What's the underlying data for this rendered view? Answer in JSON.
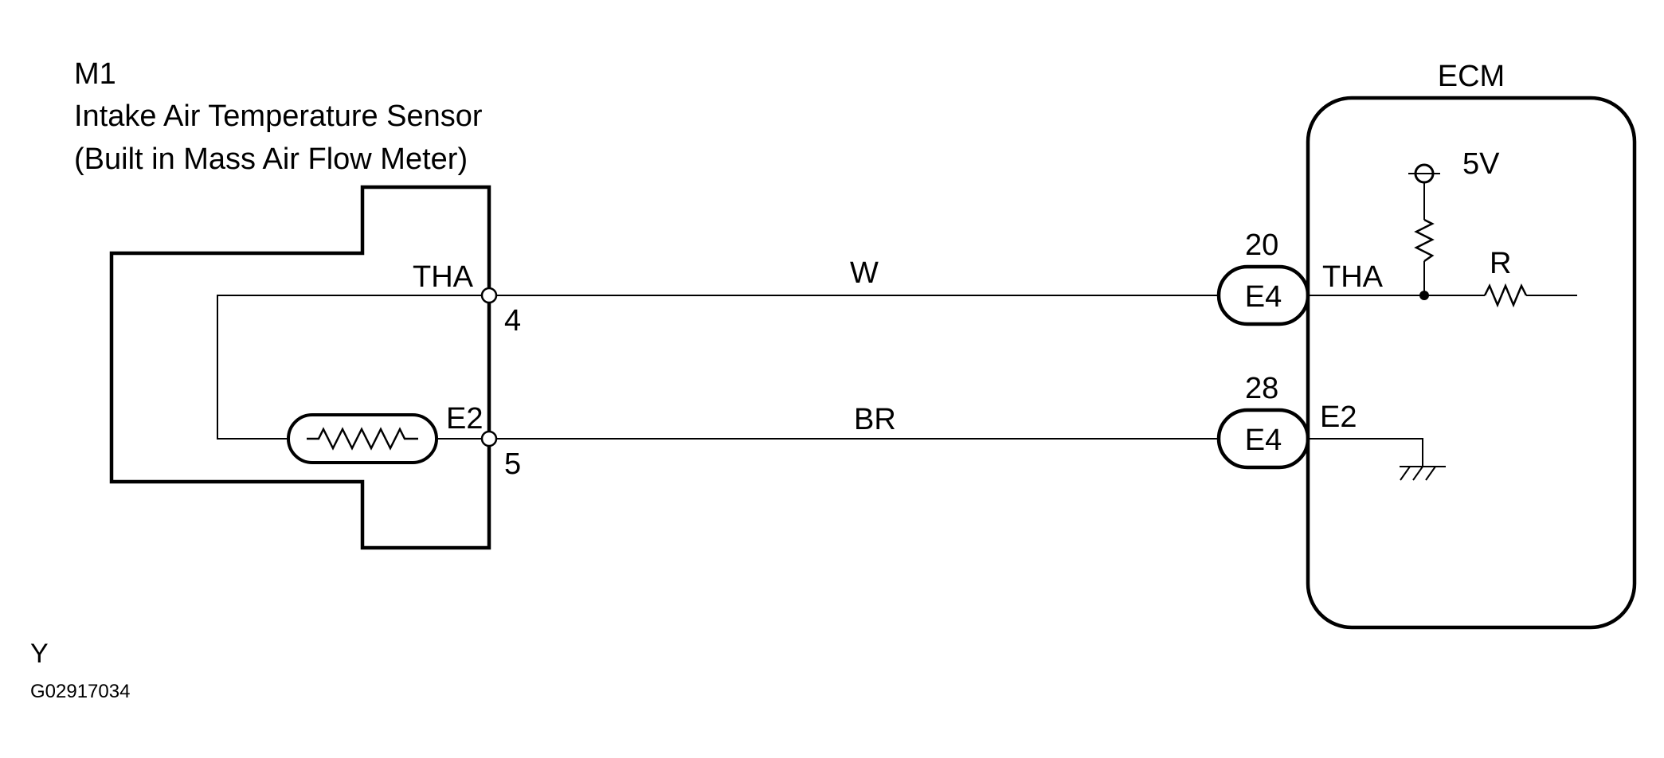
{
  "sensor": {
    "code": "M1",
    "name": "Intake Air Temperature Sensor",
    "note": "(Built in Mass Air Flow Meter)",
    "pins": [
      {
        "signal": "THA",
        "number": "4"
      },
      {
        "signal": "E2",
        "number": "5"
      }
    ]
  },
  "wires": [
    {
      "color": "W"
    },
    {
      "color": "BR"
    }
  ],
  "connectors": [
    {
      "pin": "20",
      "code": "E4"
    },
    {
      "pin": "28",
      "code": "E4"
    }
  ],
  "ecm": {
    "title": "ECM",
    "supply": "5V",
    "resistor_label": "R",
    "terminals": [
      "THA",
      "E2"
    ]
  },
  "footer": {
    "letter": "Y",
    "figure_id": "G02917034"
  }
}
